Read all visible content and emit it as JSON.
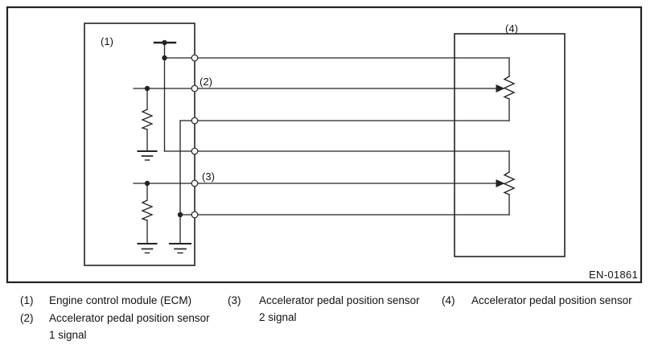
{
  "diagram": {
    "figure_code": "EN-01861",
    "callouts": {
      "c1": "(1)",
      "c2": "(2)",
      "c3": "(3)",
      "c4": "(4)"
    },
    "colors": {
      "line": "#232323",
      "background": "#ffffff"
    },
    "icons": [
      "power-tap-bar",
      "resistor",
      "earth-ground",
      "potentiometer",
      "wiper-arrow",
      "connector-pin",
      "junction-dot"
    ]
  },
  "legend": {
    "items": [
      {
        "num": "(1)",
        "label": "Engine control module (ECM)",
        "label2": ""
      },
      {
        "num": "(2)",
        "label": "Accelerator pedal position sensor",
        "label2": "1 signal"
      },
      {
        "num": "(3)",
        "label": "Accelerator pedal position sensor",
        "label2": "2 signal"
      },
      {
        "num": "(4)",
        "label": "Accelerator pedal position sensor",
        "label2": ""
      }
    ]
  }
}
